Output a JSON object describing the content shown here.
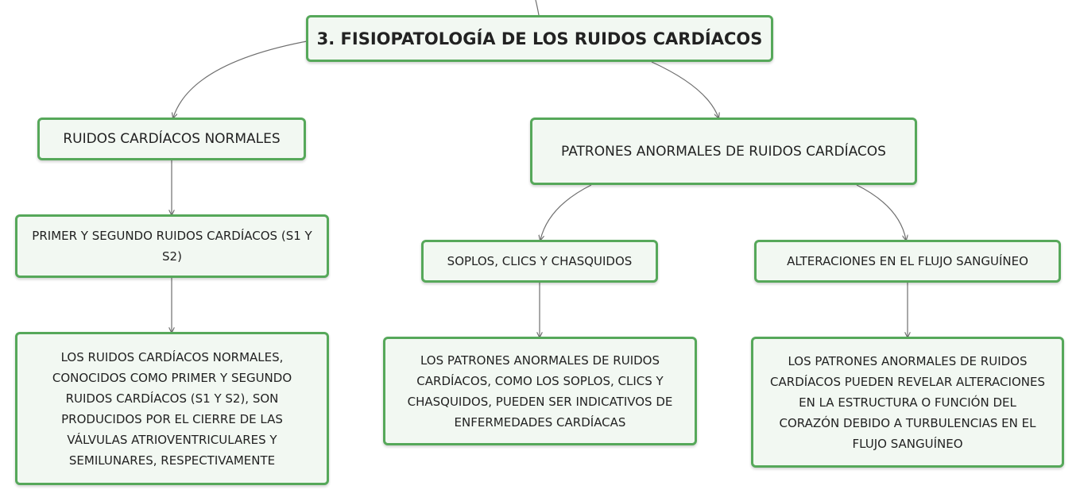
{
  "diagram": {
    "root": {
      "label": "3. FISIOPATOLOGÍA DE LOS RUIDOS CARDÍACOS"
    },
    "branches": [
      {
        "label": "RUIDOS CARDÍACOS NORMALES",
        "children": [
          {
            "label": "PRIMER Y SEGUNDO RUIDOS CARDÍACOS (S1 Y S2)",
            "detail": "LOS RUIDOS CARDÍACOS NORMALES, CONOCIDOS COMO PRIMER Y SEGUNDO RUIDOS CARDÍACOS (S1 Y S2), SON PRODUCIDOS POR EL CIERRE DE LAS VÁLVULAS ATRIOVENTRICULARES Y SEMILUNARES, RESPECTIVAMENTE"
          }
        ]
      },
      {
        "label": "PATRONES ANORMALES DE RUIDOS CARDÍACOS",
        "children": [
          {
            "label": "SOPLOS, CLICS Y CHASQUIDOS",
            "detail": "LOS PATRONES ANORMALES DE RUIDOS CARDÍACOS, COMO LOS SOPLOS, CLICS Y CHASQUIDOS, PUEDEN SER INDICATIVOS DE ENFERMEDADES CARDÍACAS"
          },
          {
            "label": "ALTERACIONES EN EL FLUJO SANGUÍNEO",
            "detail": "LOS PATRONES ANORMALES DE RUIDOS CARDÍACOS PUEDEN REVELAR ALTERACIONES EN LA ESTRUCTURA O FUNCIÓN DEL CORAZÓN DEBIDO A TURBULENCIAS EN EL FLUJO SANGUÍNEO"
          }
        ]
      }
    ],
    "colors": {
      "node_border": "#56a85a",
      "node_fill": "#f2f8f2",
      "connector": "#6e6e6e"
    }
  }
}
